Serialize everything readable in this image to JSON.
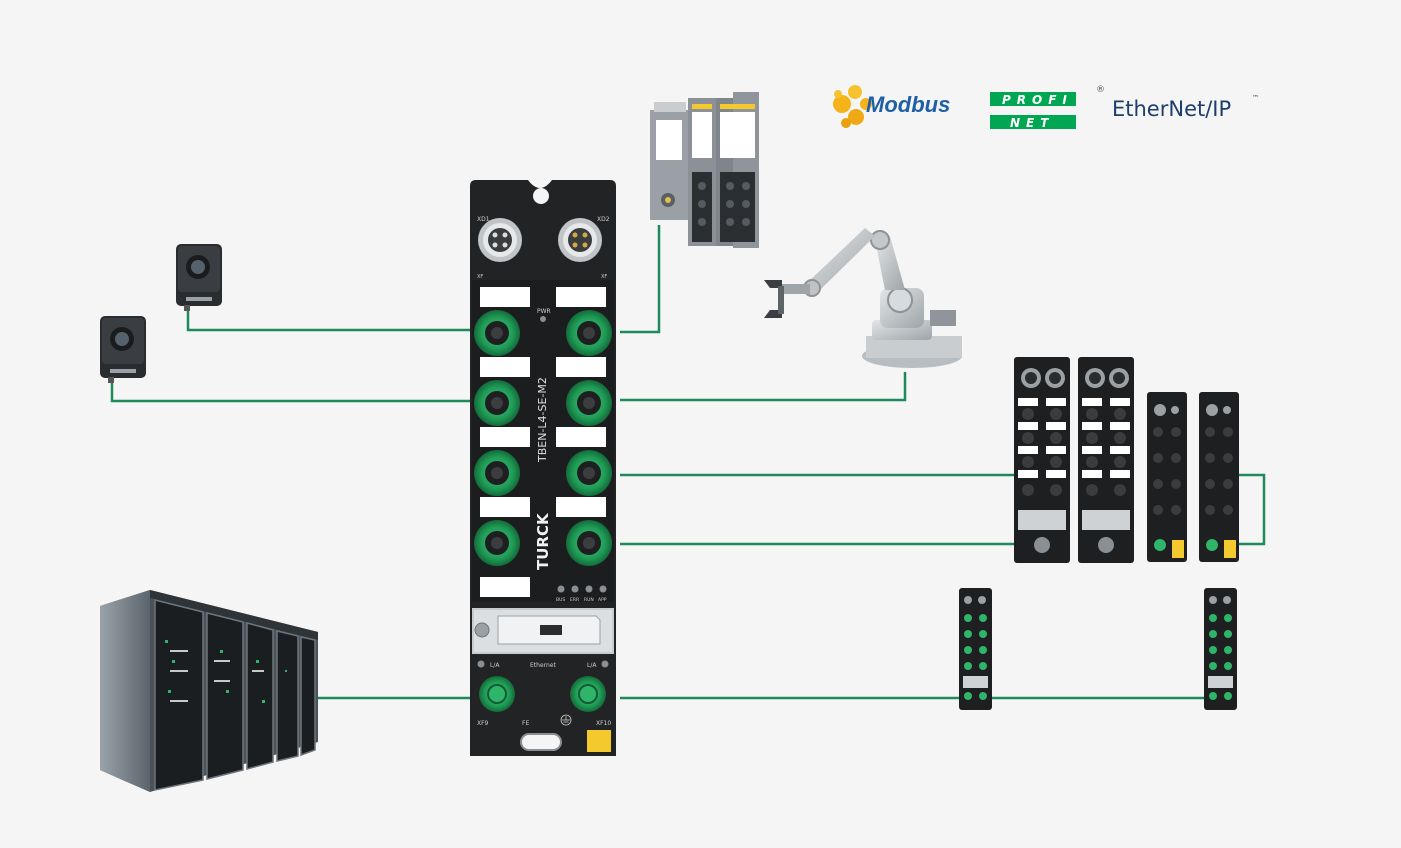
{
  "protocols": {
    "modbus": "Modbus",
    "profinet_top": "PROFI",
    "profinet_bottom": "NET",
    "profinet_reg": "®",
    "ethernetip": "EtherNet/IP",
    "ethernetip_tm": "™"
  },
  "main_device": {
    "model": "TBEN-L4-SE-M2",
    "brand": "TURCK",
    "xd1": "XD1",
    "xd2": "XD2",
    "xf": "XF",
    "pwr": "PWR",
    "led_labels": [
      "BUS",
      "ERR",
      "RUN",
      "APP"
    ],
    "la_left": "L/A",
    "la_right": "L/A",
    "ethernet": "Ethernet",
    "xf9": "XF9",
    "fe": "FE",
    "xf10": "XF10"
  },
  "colors": {
    "connection_line": "#1e8a5a",
    "port_green": "#2fb56a",
    "device_body": "#242424",
    "background": "#f5f5f5",
    "modbus_blue": "#1f5fa8",
    "profinet_green": "#00a651",
    "ethernetip_navy": "#1c3f6e"
  },
  "icons": [
    "vision-sensor-icon",
    "vision-sensor-icon",
    "controller-icon",
    "robot-arm-icon",
    "io-module-icon",
    "server-rack-icon"
  ]
}
